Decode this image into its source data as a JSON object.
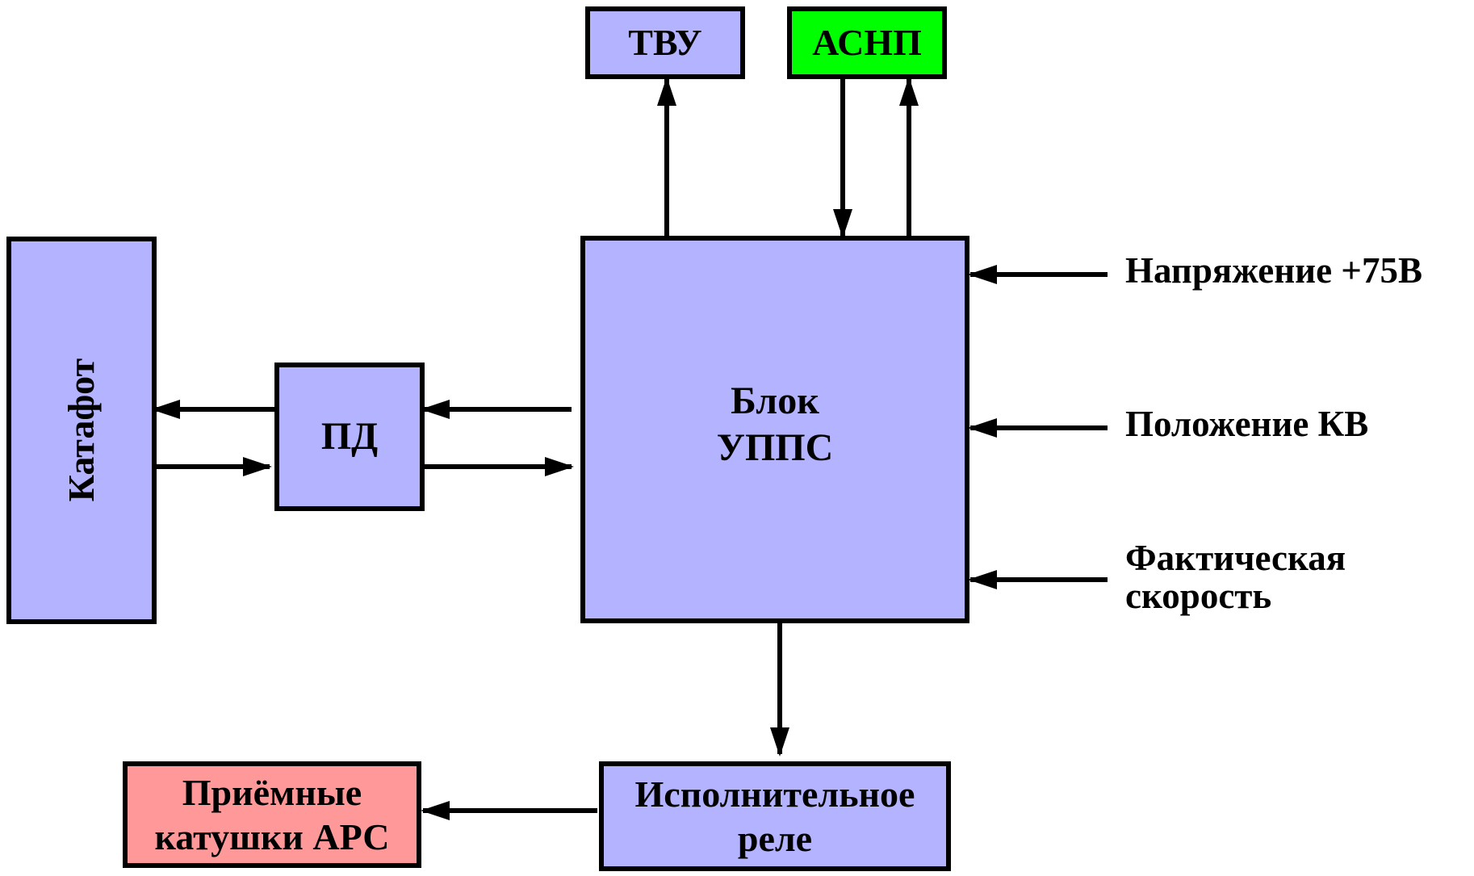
{
  "blocks": {
    "katafot": "Катафот",
    "pd": "ПД",
    "tvu": "ТВУ",
    "asnp": "АСНП",
    "uppc_line1": "Блок",
    "uppc_line2": "УППС",
    "relay_line1": "Исполнительное",
    "relay_line2": "реле",
    "coils_line1": "Приёмные",
    "coils_line2": "катушки АРС"
  },
  "inputs": {
    "voltage": "Напряжение +75В",
    "kv_position": "Положение КВ",
    "speed_line1": "Фактическая",
    "speed_line2": "скорость"
  },
  "colors": {
    "block_fill": "#b3b3ff",
    "asnp_fill": "#00ff00",
    "coils_fill": "#ff9999",
    "line": "#000000"
  }
}
